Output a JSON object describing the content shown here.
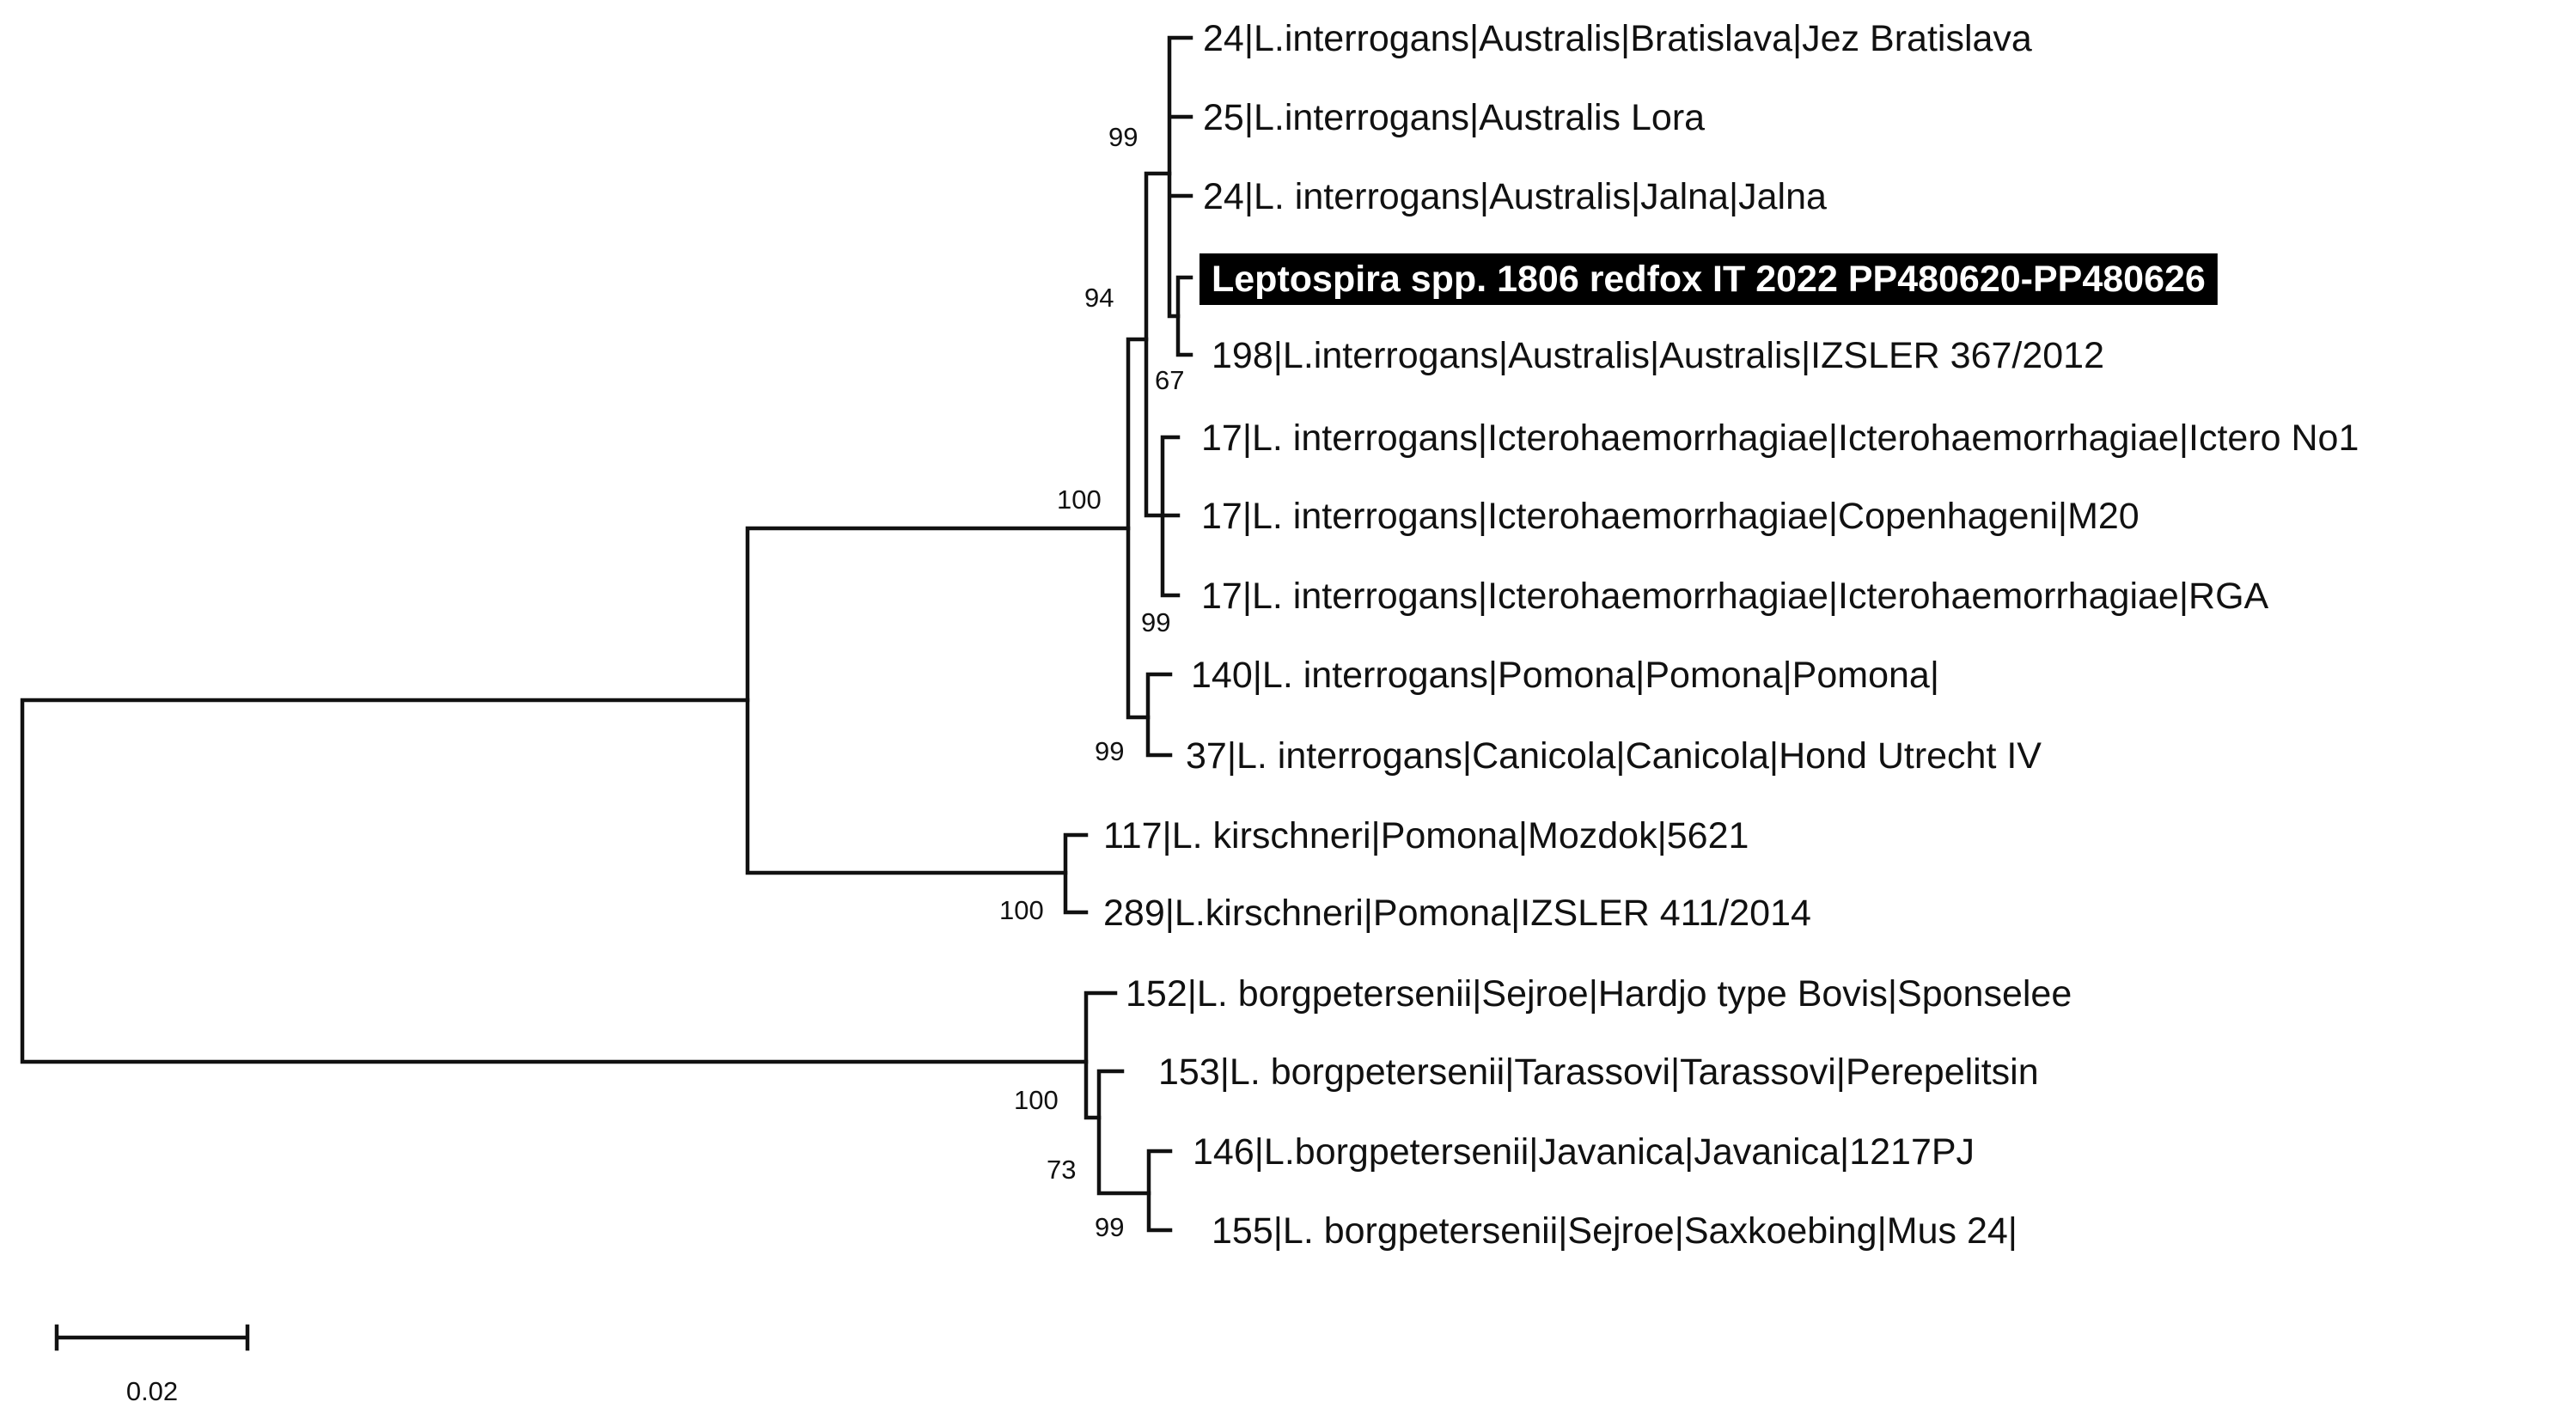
{
  "tree": {
    "taxa": [
      "24|L.interrogans|Australis|Bratislava|Jez Bratislava",
      "25|L.interrogans|Australis Lora",
      "24|L. interrogans|Australis|Jalna|Jalna",
      "Leptospira spp. 1806 redfox IT 2022 PP480620-PP480626",
      "198|L.interrogans|Australis|Australis|IZSLER 367/2012",
      "17|L. interrogans|Icterohaemorrhagiae|Icterohaemorrhagiae|Ictero No1",
      "17|L. interrogans|Icterohaemorrhagiae|Copenhageni|M20",
      "17|L. interrogans|Icterohaemorrhagiae|Icterohaemorrhagiae|RGA",
      "140|L. interrogans|Pomona|Pomona|Pomona|",
      "37|L. interrogans|Canicola|Canicola|Hond Utrecht IV",
      "117|L. kirschneri|Pomona|Mozdok|5621",
      "289|L.kirschneri|Pomona|IZSLER 411/2014",
      "152|L. borgpetersenii|Sejroe|Hardjo type Bovis|Sponselee",
      "153|L. borgpetersenii|Tarassovi|Tarassovi|Perepelitsin",
      "146|L.borgpetersenii|Javanica|Javanica|1217PJ",
      "155|L. borgpetersenii|Sejroe|Saxkoebing|Mus 24|"
    ],
    "highlighted_taxon": "Leptospira spp. 1806 redfox IT 2022 PP480620-PP480626",
    "support_values": {
      "australis_clade": "99",
      "australis_plus_query": "94",
      "query_australis_pair": "67",
      "interrogans_clade": "100",
      "icterohaemorrhagiae_clade": "99",
      "pomona_canicola_pair": "99",
      "kirschneri_pair": "100",
      "borgpetersenii_clade": "100",
      "borgpetersenii_subclade": "73",
      "javanica_saxkoebing_pair": "99"
    },
    "scale_bar": {
      "value": 0.02,
      "label": "0.02"
    },
    "colors": {
      "branch": "#111111",
      "highlight_background": "#000000",
      "highlight_text": "#ffffff"
    }
  }
}
